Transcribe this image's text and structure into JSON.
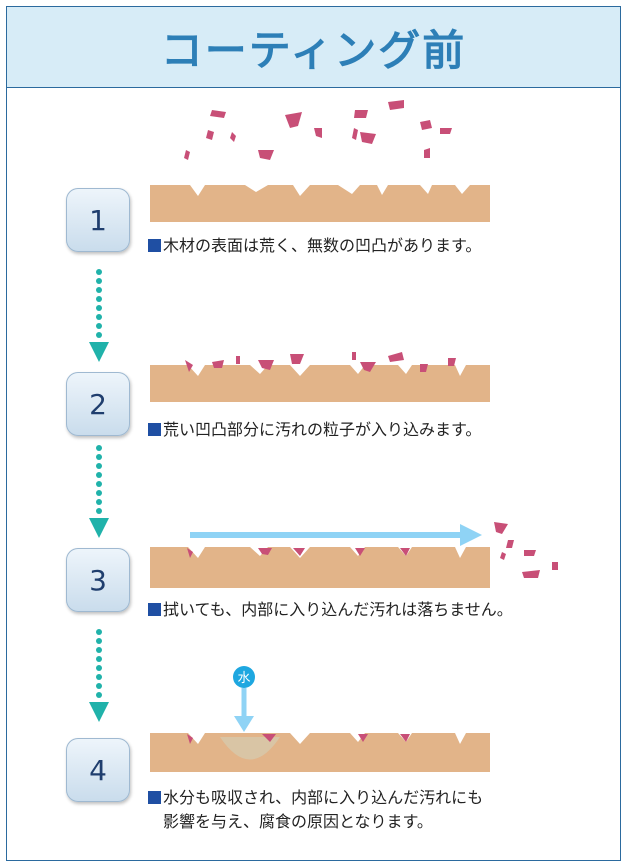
{
  "title": "コーティング前",
  "steps": [
    {
      "number": "1",
      "caption": "木材の表面は荒く、無数の凹凸があります。"
    },
    {
      "number": "2",
      "caption": "荒い凹凸部分に汚れの粒子が入り込みます。"
    },
    {
      "number": "3",
      "caption": "拭いても、内部に入り込んだ汚れは落ちません。"
    },
    {
      "number": "4",
      "caption_line1": "水分も吸収され、内部に入り込んだ汚れにも",
      "caption_line2": "影響を与え、腐食の原因となります。"
    }
  ],
  "water_label": "水",
  "colors": {
    "frame": "#2b6a9e",
    "title_bg": "#d7ecf7",
    "title_text": "#2d7fb7",
    "wood": "#e2b489",
    "dirt": "#c84f77",
    "arrow_teal": "#20b2aa",
    "wipe_arrow": "#8fd3f5",
    "water_drop": "#1ea7e0",
    "bullet": "#1f4fa3"
  }
}
